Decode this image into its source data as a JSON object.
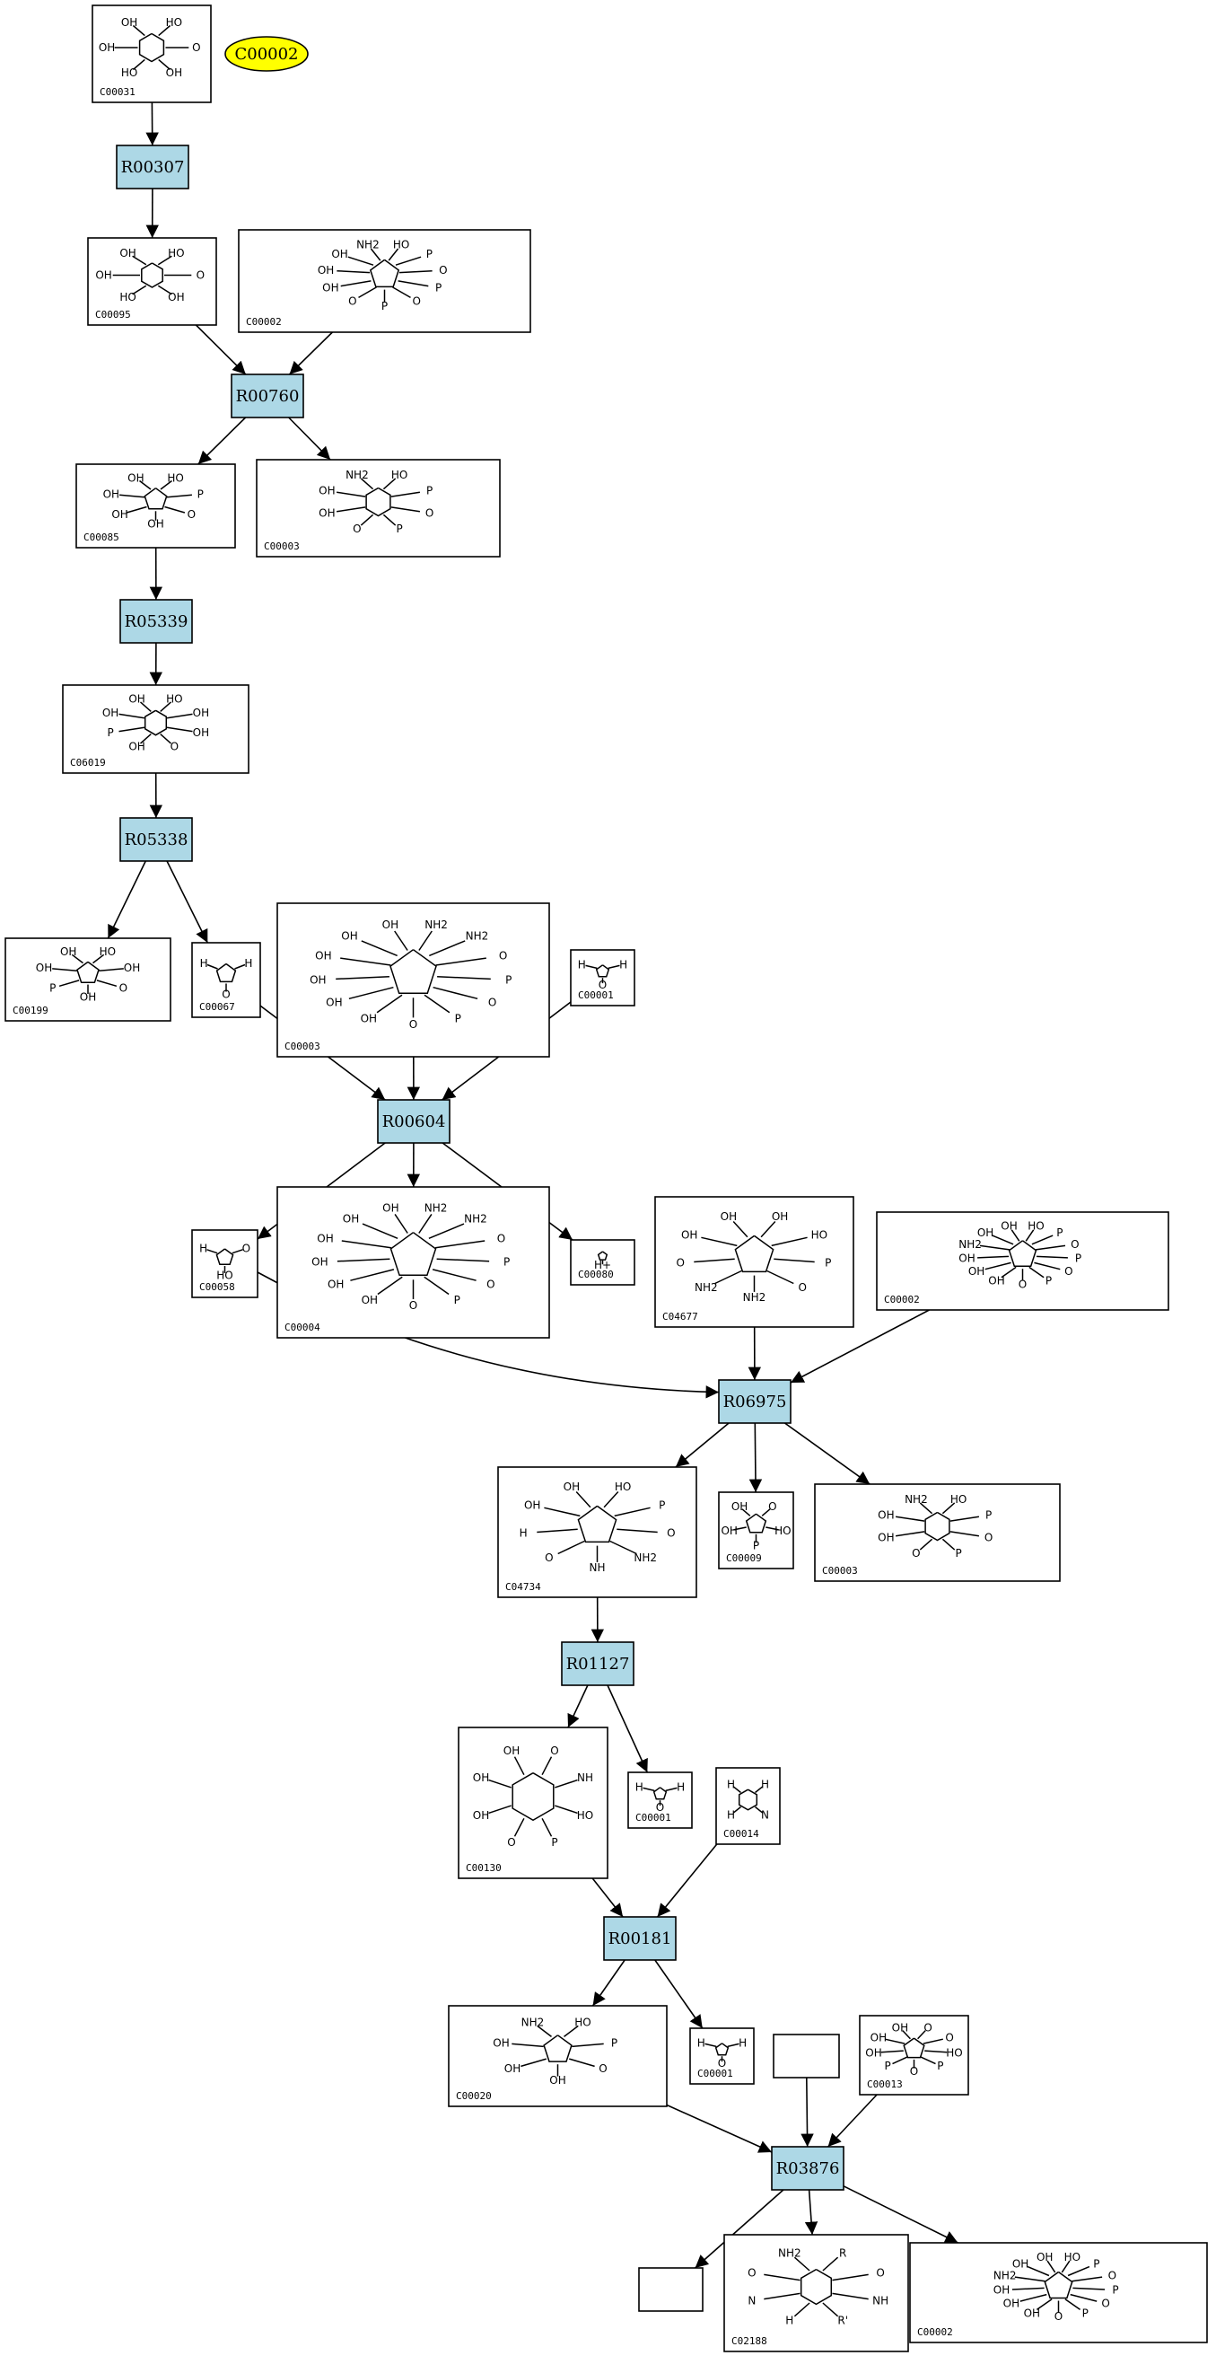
{
  "diagram": {
    "highlight": {
      "id": "C00002",
      "fill": "#ffff00"
    },
    "reaction_color": "#add8e6",
    "compounds": [
      {
        "key": "c1",
        "id": "C00031",
        "atoms": [
          "HO",
          "O",
          "OH",
          "HO",
          "OH",
          "OH"
        ]
      },
      {
        "key": "c2",
        "id": "C00095",
        "atoms": [
          "HO",
          "O",
          "OH",
          "HO",
          "OH",
          "OH"
        ]
      },
      {
        "key": "c3",
        "id": "C00002",
        "atoms": [
          "HO",
          "P",
          "O",
          "P",
          "O",
          "P",
          "O",
          "OH",
          "OH",
          "OH",
          "NH2"
        ]
      },
      {
        "key": "c4",
        "id": "C00085",
        "atoms": [
          "HO",
          "P",
          "O",
          "OH",
          "OH",
          "OH",
          "OH"
        ]
      },
      {
        "key": "c5",
        "id": "C00003",
        "atoms": [
          "HO",
          "P",
          "O",
          "P",
          "O",
          "OH",
          "OH",
          "NH2"
        ]
      },
      {
        "key": "c6",
        "id": "C06019",
        "atoms": [
          "HO",
          "OH",
          "OH",
          "O",
          "OH",
          "P",
          "OH",
          "OH"
        ]
      },
      {
        "key": "c7",
        "id": "C00199",
        "atoms": [
          "HO",
          "OH",
          "O",
          "OH",
          "P",
          "OH",
          "OH"
        ]
      },
      {
        "key": "c8",
        "id": "C00067",
        "atoms": [
          "H",
          "O",
          "H"
        ]
      },
      {
        "key": "c9",
        "id": "C00003",
        "atoms": [
          "NH2",
          "NH2",
          "O",
          "P",
          "O",
          "P",
          "O",
          "OH",
          "OH",
          "OH",
          "OH",
          "OH",
          "OH"
        ]
      },
      {
        "key": "c10",
        "id": "C00001",
        "atoms": [
          "H",
          "O",
          "H"
        ]
      },
      {
        "key": "c11",
        "id": "C00058",
        "atoms": [
          "O",
          "HO",
          "H"
        ]
      },
      {
        "key": "c12",
        "id": "C00004",
        "atoms": [
          "NH2",
          "NH2",
          "O",
          "P",
          "O",
          "P",
          "O",
          "OH",
          "OH",
          "OH",
          "OH",
          "OH",
          "OH"
        ]
      },
      {
        "key": "c13",
        "id": "C00080",
        "atoms": [
          "H+"
        ]
      },
      {
        "key": "c14",
        "id": "C04677",
        "atoms": [
          "OH",
          "HO",
          "P",
          "O",
          "NH2",
          "NH2",
          "O",
          "OH",
          "OH"
        ]
      },
      {
        "key": "c15",
        "id": "C00002",
        "atoms": [
          "HO",
          "P",
          "O",
          "P",
          "O",
          "P",
          "O",
          "OH",
          "OH",
          "OH",
          "NH2",
          "OH",
          "OH"
        ]
      },
      {
        "key": "c16",
        "id": "C04734",
        "atoms": [
          "HO",
          "P",
          "O",
          "NH2",
          "NH",
          "O",
          "H",
          "OH",
          "OH"
        ]
      },
      {
        "key": "c17",
        "id": "C00009",
        "atoms": [
          "O",
          "HO",
          "P",
          "OH",
          "OH"
        ]
      },
      {
        "key": "c18",
        "id": "C00003",
        "atoms": [
          "HO",
          "P",
          "O",
          "P",
          "O",
          "OH",
          "OH",
          "NH2"
        ]
      },
      {
        "key": "c19",
        "id": "C00130",
        "atoms": [
          "O",
          "NH",
          "HO",
          "P",
          "O",
          "OH",
          "OH",
          "OH"
        ]
      },
      {
        "key": "c20",
        "id": "C00001",
        "atoms": [
          "H",
          "O",
          "H"
        ]
      },
      {
        "key": "c21",
        "id": "C00014",
        "atoms": [
          "H",
          "N",
          "H",
          "H"
        ]
      },
      {
        "key": "c22",
        "id": "C00020",
        "atoms": [
          "HO",
          "P",
          "O",
          "OH",
          "OH",
          "OH",
          "NH2"
        ]
      },
      {
        "key": "c23",
        "id": "C00001",
        "atoms": [
          "H",
          "O",
          "H"
        ]
      },
      {
        "key": "c24",
        "id": "",
        "atoms": []
      },
      {
        "key": "c25",
        "id": "C00013",
        "atoms": [
          "O",
          "O",
          "HO",
          "P",
          "O",
          "P",
          "OH",
          "OH",
          "OH"
        ]
      },
      {
        "key": "c26",
        "id": "",
        "atoms": []
      },
      {
        "key": "c27",
        "id": "C02188",
        "atoms": [
          "R",
          "O",
          "NH",
          "R'",
          "H",
          "N",
          "O",
          "NH2"
        ]
      },
      {
        "key": "c28",
        "id": "C00002",
        "atoms": [
          "HO",
          "P",
          "O",
          "P",
          "O",
          "P",
          "O",
          "OH",
          "OH",
          "OH",
          "NH2",
          "OH",
          "OH"
        ]
      }
    ],
    "reactions": [
      {
        "key": "r1",
        "id": "R00307"
      },
      {
        "key": "r2",
        "id": "R00760"
      },
      {
        "key": "r3",
        "id": "R05339"
      },
      {
        "key": "r4",
        "id": "R05338"
      },
      {
        "key": "r5",
        "id": "R00604"
      },
      {
        "key": "r6",
        "id": "R06975"
      },
      {
        "key": "r7",
        "id": "R01127"
      },
      {
        "key": "r8",
        "id": "R00181"
      },
      {
        "key": "r9",
        "id": "R03876"
      }
    ],
    "edges": [
      {
        "from": "c1",
        "to": "r1"
      },
      {
        "from": "r1",
        "to": "c2"
      },
      {
        "from": "c2",
        "to": "r2"
      },
      {
        "from": "c3",
        "to": "r2"
      },
      {
        "from": "r2",
        "to": "c4"
      },
      {
        "from": "r2",
        "to": "c5"
      },
      {
        "from": "c4",
        "to": "r3"
      },
      {
        "from": "r3",
        "to": "c6"
      },
      {
        "from": "c6",
        "to": "r4"
      },
      {
        "from": "r4",
        "to": "c7"
      },
      {
        "from": "r4",
        "to": "c8"
      },
      {
        "from": "c8",
        "to": "r5"
      },
      {
        "from": "c9",
        "to": "r5"
      },
      {
        "from": "c10",
        "to": "r5"
      },
      {
        "from": "r5",
        "to": "c11"
      },
      {
        "from": "r5",
        "to": "c12"
      },
      {
        "from": "r5",
        "to": "c13"
      },
      {
        "from": "c11",
        "to": "r6"
      },
      {
        "from": "c14",
        "to": "r6"
      },
      {
        "from": "c15",
        "to": "r6"
      },
      {
        "from": "r6",
        "to": "c16"
      },
      {
        "from": "r6",
        "to": "c17"
      },
      {
        "from": "r6",
        "to": "c18"
      },
      {
        "from": "c16",
        "to": "r7"
      },
      {
        "from": "r7",
        "to": "c19"
      },
      {
        "from": "r7",
        "to": "c20"
      },
      {
        "from": "c19",
        "to": "r8"
      },
      {
        "from": "c21",
        "to": "r8"
      },
      {
        "from": "r8",
        "to": "c22"
      },
      {
        "from": "r8",
        "to": "c23"
      },
      {
        "from": "c22",
        "to": "r9"
      },
      {
        "from": "c24",
        "to": "r9"
      },
      {
        "from": "c25",
        "to": "r9"
      },
      {
        "from": "r9",
        "to": "c26"
      },
      {
        "from": "r9",
        "to": "c27"
      },
      {
        "from": "r9",
        "to": "c28"
      }
    ]
  }
}
